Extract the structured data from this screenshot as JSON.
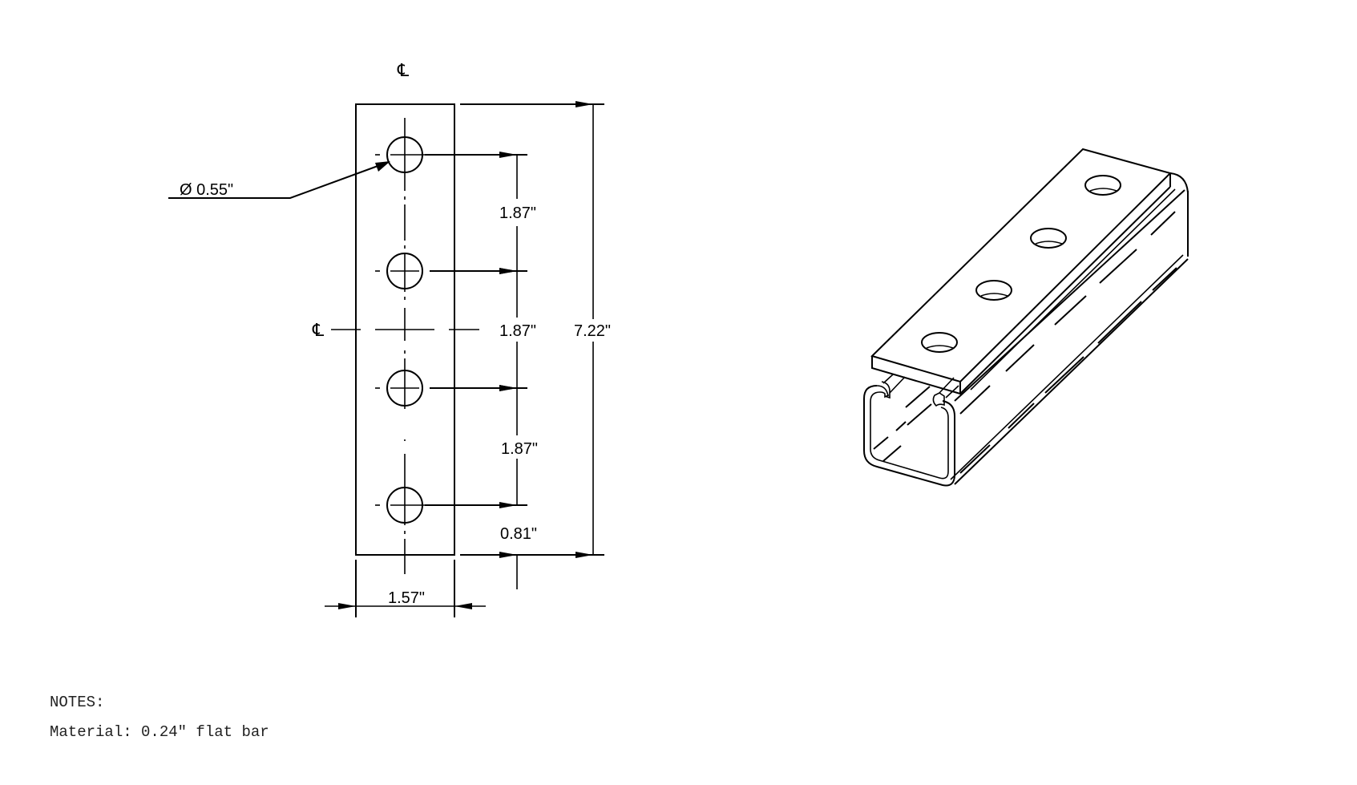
{
  "drawing": {
    "type": "engineering-drawing",
    "subject": "4-hole flat plate fitting with strut channel isometric view",
    "centerline_symbol": "℄",
    "front_view": {
      "hole_diameter_label": "Ø 0.55\"",
      "hole_diameter_symbol": "Ø",
      "hole_diameter_value": "0.55\"",
      "hole_count": 4,
      "hole_spacing_labels": [
        "1.87\"",
        "1.87\"",
        "1.87\""
      ],
      "end_offset_label": "0.81\"",
      "overall_length_label": "7.22\"",
      "width_label": "1.57\""
    },
    "isometric_view": {
      "description": "Flat plate with 4 holes mounted on top of open strut channel",
      "hole_count": 4
    }
  },
  "notes": {
    "title": "NOTES:",
    "lines": [
      "Material: 0.24\" flat bar"
    ]
  },
  "colors": {
    "background": "#ffffff",
    "line": "#000000",
    "notes_text": "#222222"
  }
}
